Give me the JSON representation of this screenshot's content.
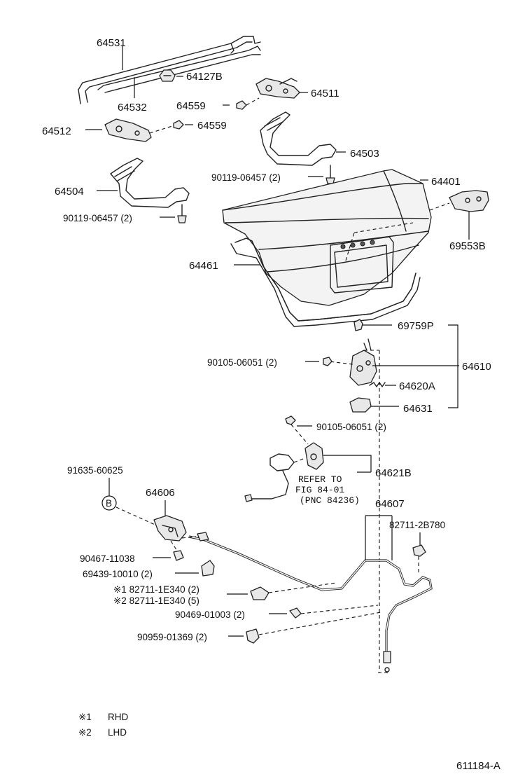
{
  "labels": {
    "p64531": "64531",
    "p64532": "64532",
    "p64127b": "64127B",
    "p64511": "64511",
    "p64559a": "64559",
    "p64559b": "64559",
    "p64512": "64512",
    "p64503": "64503",
    "p90119a": "90119-06457 (2)",
    "p64401": "64401",
    "p64504": "64504",
    "p90119b": "90119-06457 (2)",
    "p69553b": "69553B",
    "p64461": "64461",
    "p69759p": "69759P",
    "p90105a": "90105-06051 (2)",
    "p64610": "64610",
    "p64620a": "64620A",
    "p64631": "64631",
    "p90105b": "90105-06051 (2)",
    "p64621b": "64621B",
    "refer_line1": "REFER TO",
    "refer_line2": "FIG 84-01",
    "refer_line3": "(PNC 84236)",
    "p91635": "91635-60625",
    "p64606": "64606",
    "bolt_b": "B",
    "p64607": "64607",
    "p82711_2b": "82711-2B780",
    "p90467": "90467-11038",
    "p69439": "69439-10010 (2)",
    "p82711_1e_rhd": "※1 82711-1E340 (2)",
    "p82711_1e_lhd": "※2 82711-1E340 (5)",
    "p90469": "90469-01003 (2)",
    "p90959": "90959-01369 (2)"
  },
  "legend": {
    "note1_mark": "※1",
    "note1_text": "RHD",
    "note2_mark": "※2",
    "note2_text": "LHD"
  },
  "figure_code": "611184-A"
}
